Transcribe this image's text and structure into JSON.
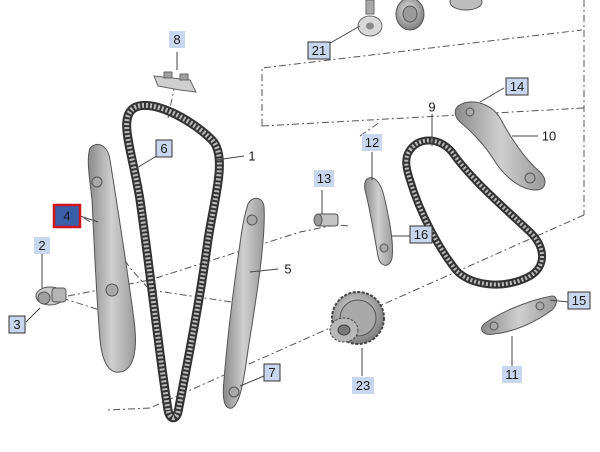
{
  "callouts": [
    {
      "id": "1",
      "text": "1",
      "style": "plain"
    },
    {
      "id": "2",
      "text": "2",
      "style": "light"
    },
    {
      "id": "3",
      "text": "3",
      "style": "outlined"
    },
    {
      "id": "4",
      "text": "4",
      "style": "selected"
    },
    {
      "id": "5",
      "text": "5",
      "style": "plain"
    },
    {
      "id": "6",
      "text": "6",
      "style": "outlined"
    },
    {
      "id": "7",
      "text": "7",
      "style": "outlined"
    },
    {
      "id": "8",
      "text": "8",
      "style": "light"
    },
    {
      "id": "9",
      "text": "9",
      "style": "plain"
    },
    {
      "id": "10",
      "text": "10",
      "style": "plain"
    },
    {
      "id": "11",
      "text": "11",
      "style": "light"
    },
    {
      "id": "12",
      "text": "12",
      "style": "light"
    },
    {
      "id": "13",
      "text": "13",
      "style": "light"
    },
    {
      "id": "14",
      "text": "14",
      "style": "outlined"
    },
    {
      "id": "15",
      "text": "15",
      "style": "outlined"
    },
    {
      "id": "16",
      "text": "16",
      "style": "outlined"
    },
    {
      "id": "21",
      "text": "21",
      "style": "outlined"
    },
    {
      "id": "23",
      "text": "23",
      "style": "light"
    }
  ],
  "colors": {
    "selected_fill": "#3b5fa8",
    "selected_border": "#d0161b",
    "light_fill": "#c9d7ee",
    "part_fill": "#b9b9b9",
    "part_dark": "#6f6f6f",
    "chain": "#3a3a3a"
  }
}
